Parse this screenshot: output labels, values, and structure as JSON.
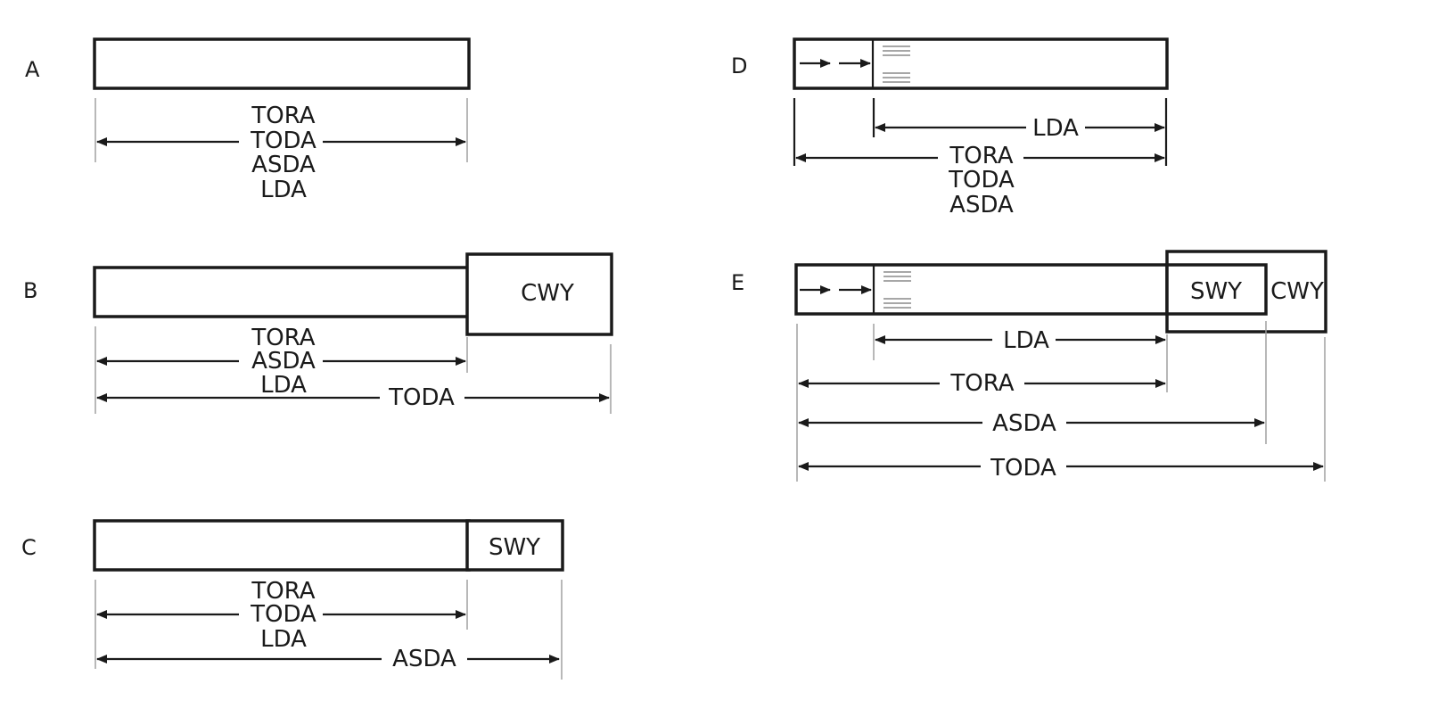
{
  "labels": {
    "tora": "TORA",
    "toda": "TODA",
    "asda": "ASDA",
    "lda": "LDA",
    "cwy": "CWY",
    "swy": "SWY"
  },
  "panels": {
    "a": {
      "id": "A"
    },
    "b": {
      "id": "B"
    },
    "c": {
      "id": "C"
    },
    "d": {
      "id": "D"
    },
    "e": {
      "id": "E"
    }
  }
}
